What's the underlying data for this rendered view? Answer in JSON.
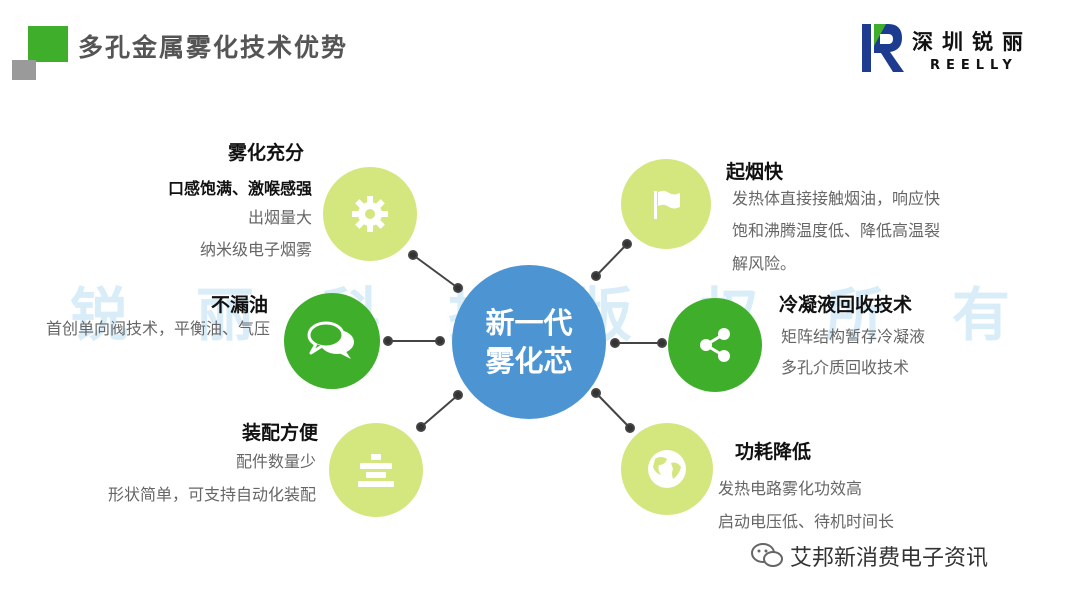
{
  "header": {
    "title": "多孔金属雾化技术优势"
  },
  "logo": {
    "name_cn": "深圳锐丽",
    "name_en": "REELLY"
  },
  "watermark": [
    "锐",
    "丽",
    "科",
    "技",
    "版",
    "权",
    "所",
    "有"
  ],
  "center": {
    "line1": "新一代",
    "line2": "雾化芯"
  },
  "left": [
    {
      "title": "雾化充分",
      "sub_bold": "口感饱满、激喉感强",
      "lines": [
        "出烟量大",
        "纳米级电子烟雾"
      ],
      "icon": "gear-icon"
    },
    {
      "title": "不漏油",
      "lines": [
        "首创单向阀技术，平衡油、气压"
      ],
      "icon": "chat-bubbles-icon"
    },
    {
      "title": "装配方便",
      "lines": [
        "配件数量少",
        "形状简单，可支持自动化装配"
      ],
      "icon": "stack-icon"
    }
  ],
  "right": [
    {
      "title": "起烟快",
      "lines": [
        "发热体直接接触烟油，响应快",
        "饱和沸腾温度低、降低高温裂",
        "解风险。"
      ],
      "icon": "flag-icon"
    },
    {
      "title": "冷凝液回收技术",
      "lines": [
        "矩阵结构暂存冷凝液",
        "多孔介质回收技术"
      ],
      "icon": "share-icon"
    },
    {
      "title": "功耗降低",
      "lines": [
        "发热电路雾化功效高",
        "启动电压低、待机时间长"
      ],
      "icon": "globe-icon"
    }
  ],
  "footer": {
    "text": "艾邦新消费电子资讯"
  },
  "colors": {
    "green": "#3fae2a",
    "light_green": "#d4e67e",
    "blue": "#4c95d2"
  }
}
